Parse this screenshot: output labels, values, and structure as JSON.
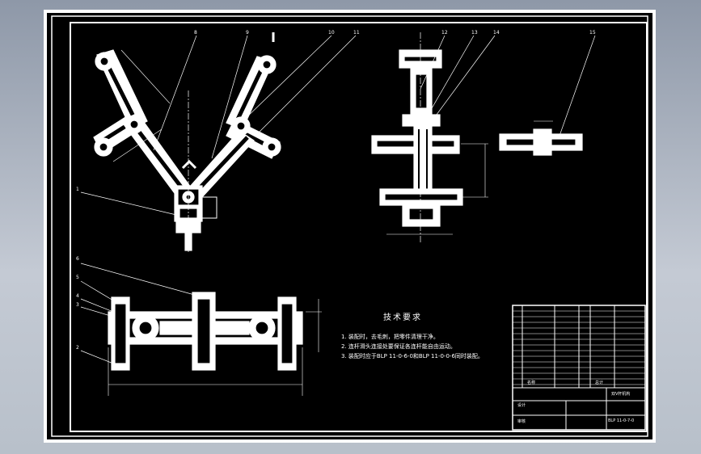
{
  "drawing": {
    "background_color": "#000000",
    "line_color": "#ffffff",
    "frame_color": "#ffffff",
    "backdrop_color": "#b4bcc8"
  },
  "balloons": {
    "b1": "1",
    "b2": "2",
    "b3": "3",
    "b4": "4",
    "b5": "5",
    "b6": "6",
    "b8": "8",
    "b9": "9",
    "b10": "10",
    "b11": "11",
    "b12": "12",
    "b13": "13",
    "b14": "14",
    "b15": "15"
  },
  "tech_requirements": {
    "title": "技术要求",
    "note1": "1. 装配时，去毛刺，把零件清理干净。",
    "note2": "2. 连杆滑头连接处要保证各连杆能自由运动。",
    "note3": "3. 装配时应于BLP 11-0-6-0和BLP 11-0-0-6同时装配。"
  },
  "title_block": {
    "row_total": "总计",
    "row_name": "名称",
    "drawing_name": "双V杆机构",
    "drawing_no": "BLP 11-0-7-0",
    "header_design": "设计",
    "header_check": "审核"
  }
}
